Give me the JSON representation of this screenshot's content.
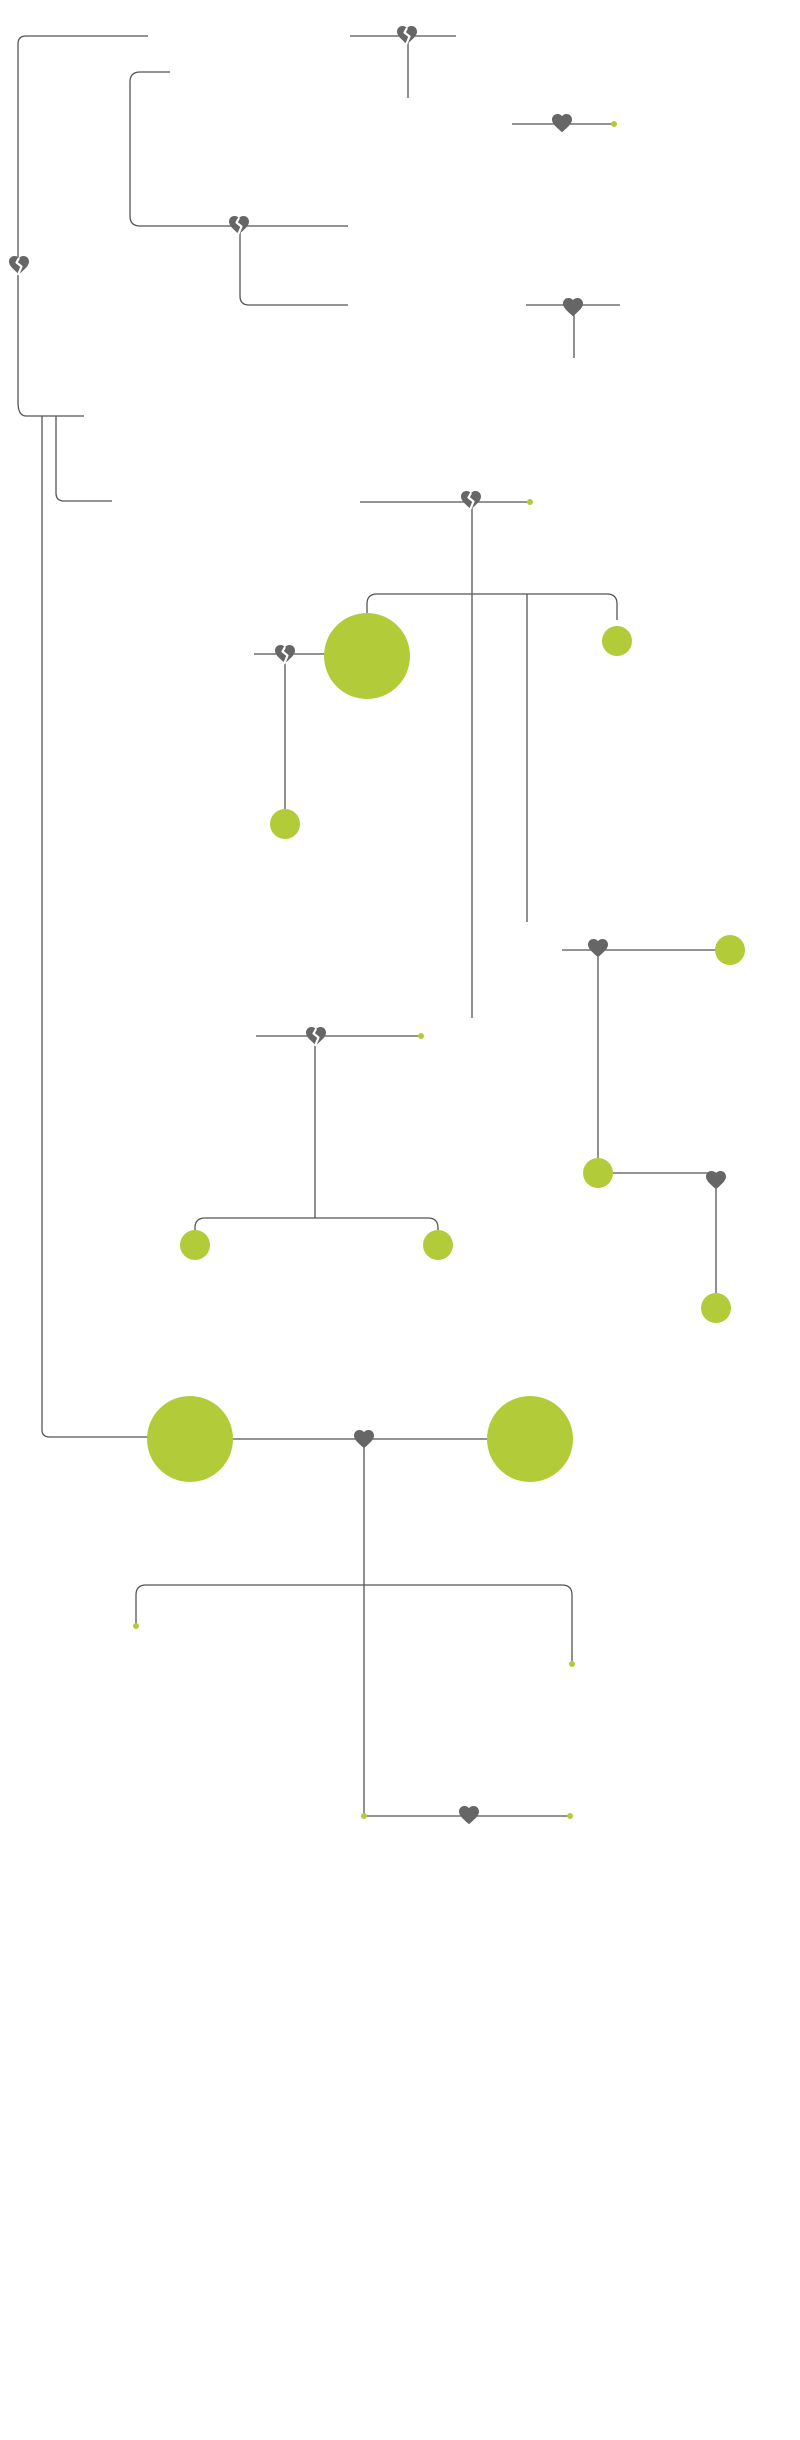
{
  "colors": {
    "line": "#555555",
    "person": "#b1cb39",
    "union_icon": "#666666",
    "background": "#ffffff"
  },
  "person_sizes": [
    "tiny",
    "small",
    "medium",
    "large"
  ],
  "icons": {
    "married": "heart-icon",
    "divorced": "broken-heart-icon"
  },
  "unions": [
    {
      "id": "u1",
      "status": "divorced"
    },
    {
      "id": "u2",
      "status": "divorced"
    },
    {
      "id": "u3",
      "status": "divorced"
    },
    {
      "id": "u4",
      "status": "married"
    },
    {
      "id": "u5",
      "status": "married"
    },
    {
      "id": "u6",
      "status": "divorced"
    },
    {
      "id": "u7",
      "status": "divorced"
    },
    {
      "id": "u8",
      "status": "married"
    },
    {
      "id": "u9",
      "status": "divorced"
    },
    {
      "id": "u10",
      "status": "married"
    },
    {
      "id": "u11",
      "status": "married"
    },
    {
      "id": "u12",
      "status": "married"
    }
  ],
  "people": [
    {
      "id": "p1",
      "size": "tiny"
    },
    {
      "id": "p2",
      "size": "tiny"
    },
    {
      "id": "p3",
      "size": "large"
    },
    {
      "id": "p4",
      "size": "small"
    },
    {
      "id": "p5",
      "size": "small"
    },
    {
      "id": "p6",
      "size": "tiny"
    },
    {
      "id": "p7",
      "size": "small"
    },
    {
      "id": "p8",
      "size": "small"
    },
    {
      "id": "p9",
      "size": "small"
    },
    {
      "id": "p10",
      "size": "small"
    },
    {
      "id": "p11",
      "size": "small"
    },
    {
      "id": "p12",
      "size": "small"
    },
    {
      "id": "p13",
      "size": "large"
    },
    {
      "id": "p14",
      "size": "large"
    },
    {
      "id": "p15",
      "size": "tiny"
    },
    {
      "id": "p16",
      "size": "tiny"
    },
    {
      "id": "p17",
      "size": "tiny"
    },
    {
      "id": "p18",
      "size": "tiny"
    }
  ]
}
